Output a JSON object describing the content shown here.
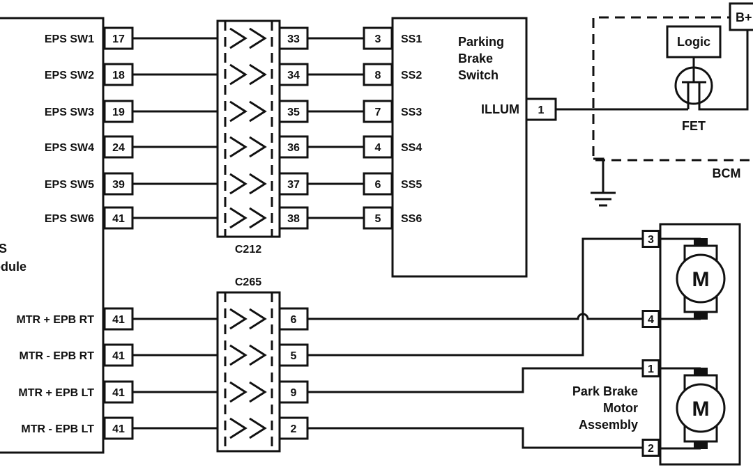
{
  "eps_module": {
    "label_line1": "EPS",
    "label_line2": "Module",
    "pins": [
      {
        "label": "EPS SW1",
        "pin": "17"
      },
      {
        "label": "EPS SW2",
        "pin": "18"
      },
      {
        "label": "EPS SW3",
        "pin": "19"
      },
      {
        "label": "EPS SW4",
        "pin": "24"
      },
      {
        "label": "EPS SW5",
        "pin": "39"
      },
      {
        "label": "EPS SW6",
        "pin": "41"
      },
      {
        "label": "MTR + EPB RT",
        "pin": "41"
      },
      {
        "label": "MTR - EPB RT",
        "pin": "41"
      },
      {
        "label": "MTR + EPB LT",
        "pin": "41"
      },
      {
        "label": "MTR - EPB LT",
        "pin": "41"
      }
    ]
  },
  "connector_c212": {
    "label": "C212",
    "pins": [
      "33",
      "34",
      "35",
      "36",
      "37",
      "38"
    ]
  },
  "connector_c265": {
    "label": "C265",
    "pins": [
      "6",
      "5",
      "9",
      "2"
    ]
  },
  "parking_brake_switch": {
    "title_lines": [
      "Parking",
      "Brake",
      "Switch"
    ],
    "pins": [
      {
        "pin": "3",
        "label": "SS1"
      },
      {
        "pin": "8",
        "label": "SS2"
      },
      {
        "pin": "7",
        "label": "SS3"
      },
      {
        "pin": "4",
        "label": "SS4"
      },
      {
        "pin": "6",
        "label": "SS5"
      },
      {
        "pin": "5",
        "label": "SS6"
      }
    ],
    "illum_label": "ILLUM",
    "illum_pin": "1"
  },
  "bcm": {
    "label": "BCM",
    "logic_label": "Logic",
    "fet_label": "FET",
    "supply_label": "B+"
  },
  "motor_assembly": {
    "title_lines": [
      "Park Brake",
      "Motor",
      "Assembly"
    ],
    "pins": [
      "3",
      "4",
      "1",
      "2"
    ],
    "motor_symbol": "M"
  }
}
